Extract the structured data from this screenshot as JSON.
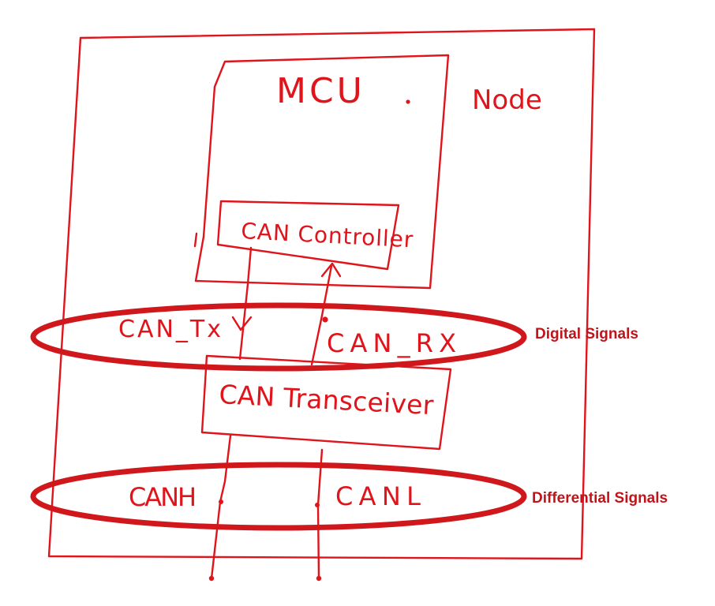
{
  "colors": {
    "ink": "#e0141b",
    "ellipse": "#d0181c",
    "annotation": "#c0141a"
  },
  "labels": {
    "mcu": "MCU",
    "node": "Node",
    "can_controller": "CAN Controller",
    "can_tx": "CAN_Tx",
    "can_rx": "CAN_RX",
    "can_transceiver": "CAN Transceiver",
    "canh": "CANH",
    "canl": "CANL"
  },
  "annotations": {
    "digital": "Digital Signals",
    "differential": "Differential Signals"
  }
}
